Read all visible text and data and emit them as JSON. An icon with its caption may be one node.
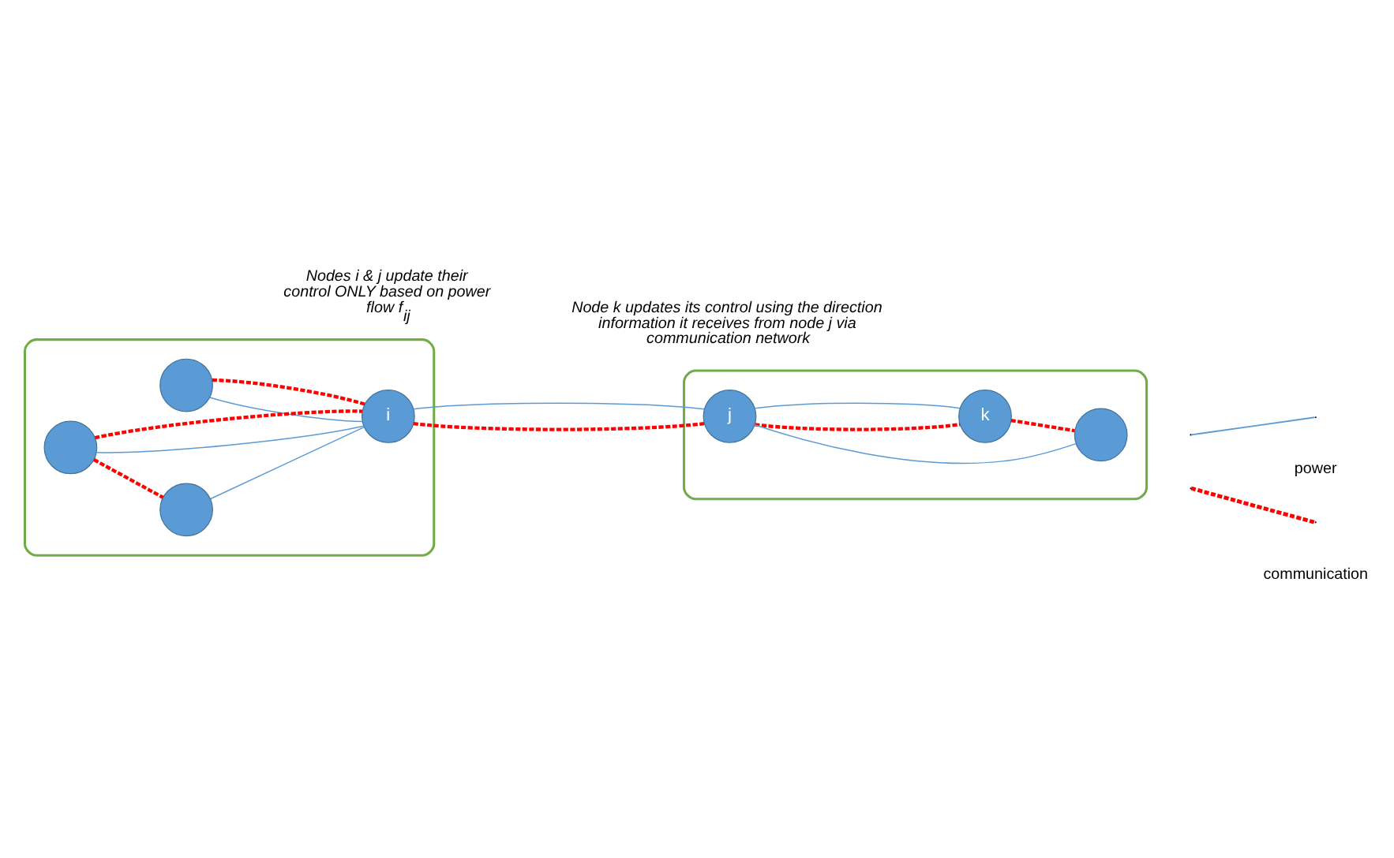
{
  "diagram": {
    "nodes": [
      {
        "text": [],
        "shape": "ellipse"
      },
      {
        "text": [],
        "shape": "circle",
        "in": 0
      },
      {
        "text": [],
        "shape": "circle",
        "in": 0
      },
      {
        "text": [],
        "shape": "circle",
        "in": 0
      },
      {
        "text": [
          "i"
        ],
        "in": 0
      },
      {
        "text": [],
        "shape": "ellipse"
      },
      {
        "text": [
          "j"
        ],
        "in": 5
      },
      {
        "text": [
          "k"
        ],
        "in": 5
      },
      {
        "text": [],
        "shape": "circle",
        "in": 5
      }
    ],
    "edges": [
      {
        "from": 1,
        "to": 4,
        "arrow": "none"
      },
      {
        "from": 1,
        "to": 4,
        "arrow": "none",
        "style": "dashed",
        "color": "#ff0000"
      },
      {
        "from": 2,
        "to": 4,
        "arrow": "none"
      },
      {
        "from": 2,
        "to": 4,
        "arrow": "none",
        "style": "dashed",
        "color": "#ff0000"
      },
      {
        "from": 2,
        "to": 3,
        "arrow": "none",
        "style": "dashed",
        "color": "#ff0000"
      },
      {
        "from": 3,
        "to": 4,
        "arrow": "none"
      },
      {
        "from": 4,
        "to": 6,
        "arrow": "none",
        "style": "dashed",
        "color": "#ff0000"
      },
      {
        "from": 4,
        "to": 6,
        "arrow": "none"
      },
      {
        "from": 6,
        "to": 7,
        "arrow": "none",
        "style": "dashed",
        "color": "#ff0000"
      },
      {
        "from": 6,
        "to": 7,
        "arrow": "none"
      },
      {
        "from": 6,
        "to": 8,
        "arrow": "none"
      },
      {
        "from": 7,
        "to": 8,
        "arrow": "none",
        "style": "dashed",
        "color": "#ff0000"
      }
    ],
    "labels": [
      "Node k updates its control using the direction information it receives from node j via communication network",
      "Nodes i & j update their control ONLY based on power flow f$_{ij}$"
    ],
    "legend": [
      {
        "text": "power"
      },
      {
        "text": "communication"
      }
    ]
  }
}
